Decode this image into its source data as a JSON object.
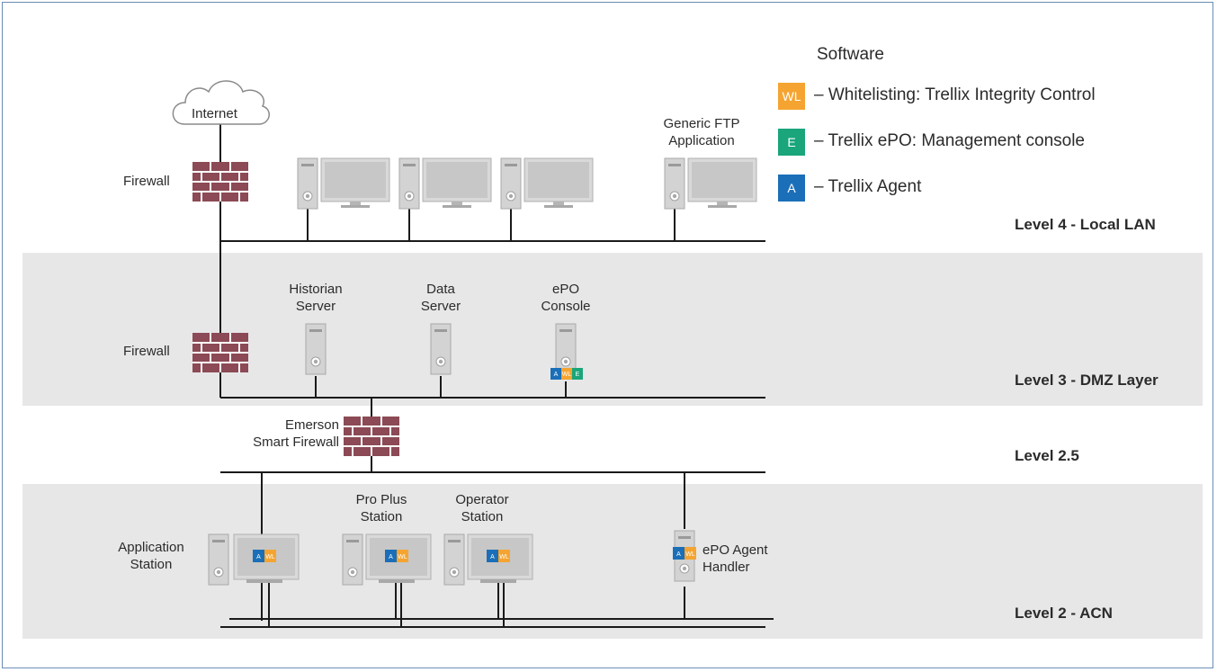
{
  "legend": {
    "title": "Software",
    "items": [
      {
        "code": "WL",
        "text": "– Whitelisting: Trellix Integrity Control",
        "color": "#f5a431"
      },
      {
        "code": "E",
        "text": "– Trellix ePO: Management console",
        "color": "#1aa57a"
      },
      {
        "code": "A",
        "text": "– Trellix Agent",
        "color": "#1b6fb8"
      }
    ]
  },
  "levels": {
    "level4": "Level 4 - Local LAN",
    "level3": "Level 3 - DMZ Layer",
    "level25": "Level 2.5",
    "level2": "Level 2 - ACN"
  },
  "labels": {
    "internet": "Internet",
    "firewall_top": "Firewall",
    "firewall_dmz": "Firewall",
    "generic_ftp": [
      "Generic FTP",
      "Application"
    ],
    "historian": [
      "Historian",
      "Server"
    ],
    "data_server": [
      "Data",
      "Server"
    ],
    "epo_console": [
      "ePO",
      "Console"
    ],
    "emerson_fw": [
      "Emerson",
      "Smart Firewall"
    ],
    "application_station": [
      "Application",
      "Station"
    ],
    "pro_plus": [
      "Pro Plus",
      "Station"
    ],
    "operator_station": [
      "Operator",
      "Station"
    ],
    "epo_agent_handler": [
      "ePO Agent",
      "Handler"
    ]
  },
  "badges": {
    "A": "A",
    "WL": "WL",
    "E": "E"
  },
  "colors": {
    "firewall": "#8b4a55",
    "tower": "#cfcfcf",
    "band": "#e7e7e8",
    "line": "#1a1a1a"
  }
}
